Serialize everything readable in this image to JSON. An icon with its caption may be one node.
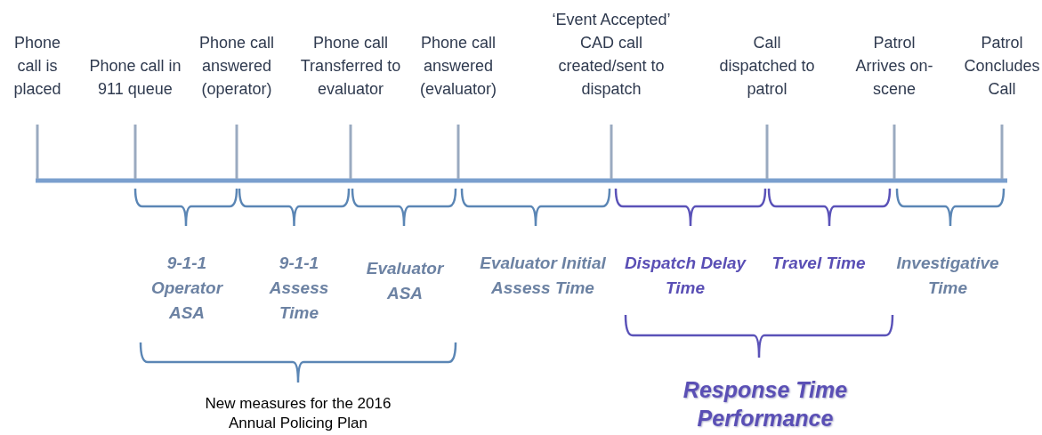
{
  "diagram": {
    "labels": [
      "Phone call is placed",
      "Phone call in 911 queue",
      "Phone call answered (operator)",
      "Phone call Transferred to evaluator",
      "Phone call answered (evaluator)",
      "‘Event Accepted’ CAD call created/sent to dispatch",
      "Call dispatched to patrol",
      "Patrol Arrives on-scene",
      "Patrol Concludes Call",
      "9-1-1 Operator ASA",
      "9-1-1 Assess Time",
      "Evaluator ASA",
      "Evaluator Initial Assess Time",
      "Dispatch Delay Time",
      "Travel Time",
      "Investigative Time",
      "New measures for the 2016 Annual Policing Plan",
      "Response Time Performance"
    ]
  }
}
